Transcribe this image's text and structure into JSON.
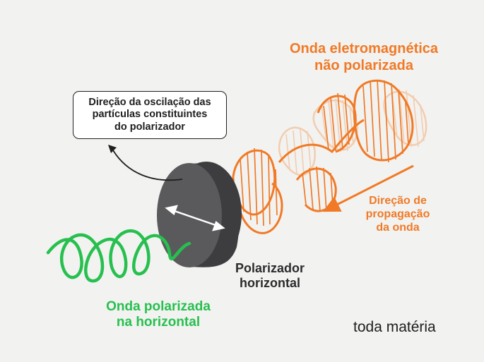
{
  "labels": {
    "unpolarized_wave": "Onda eletromagnética\nnão polarizada",
    "oscillation_callout": "Direção da oscilação das\npartículas constituintes\ndo polarizador",
    "propagation_direction": "Direção de\npropagação\nda onda",
    "polarizer": "Polarizador\nhorizontal",
    "polarized_wave": "Onda polarizada\nna horizontal",
    "brand": "toda matéria"
  },
  "colors": {
    "unpolarized_wave": "#f07a26",
    "unpolarized_wave_faded": "#f3c9a8",
    "polarized_wave": "#27c04f",
    "polarizer_face": "#5a5a5c",
    "polarizer_edge": "#3d3d3f",
    "text_dark": "#1f1f1f",
    "background": "#f2f2f1"
  }
}
